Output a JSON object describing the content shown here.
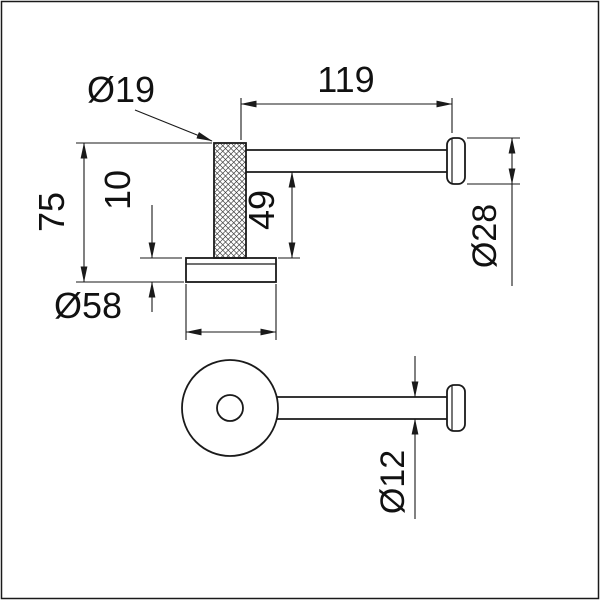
{
  "labels": {
    "post_diameter": "Ø19",
    "arm_length": "119",
    "overall_height": "75",
    "plate_thickness": "10",
    "arm_to_plate_height": "49",
    "endcap_diameter": "Ø28",
    "plate_diameter": "Ø58",
    "arm_diameter": "Ø12"
  },
  "colors": {
    "line": "#1a1a1a",
    "text": "#111111",
    "background": "#ffffff"
  }
}
